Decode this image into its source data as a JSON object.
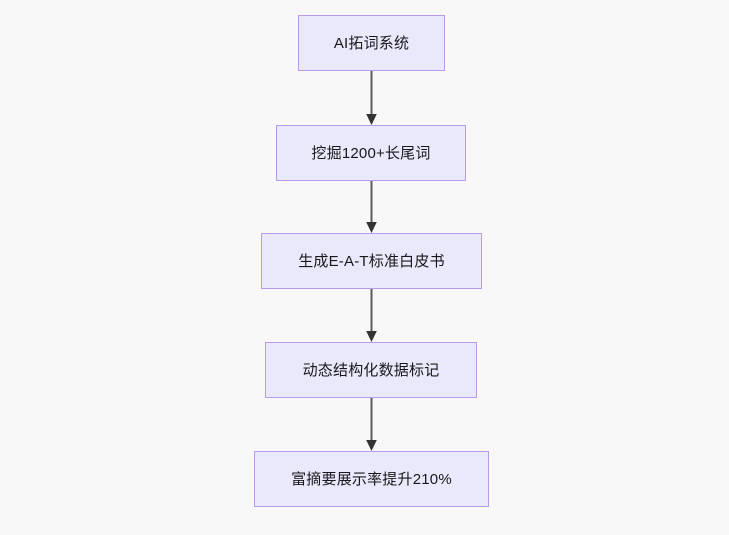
{
  "diagram": {
    "type": "flowchart",
    "direction": "top-to-bottom",
    "background_color": "#f8f8f9",
    "node_fill_color": "#eae9fb",
    "node_border_color": "#b79ae8",
    "edge_color": "#5b5b5b",
    "text_color": "#18181b",
    "nodes": [
      {
        "id": "n1",
        "label": "AI拓词系统"
      },
      {
        "id": "n2",
        "label": "挖掘1200+长尾词"
      },
      {
        "id": "n3",
        "label": "生成E-A-T标准白皮书"
      },
      {
        "id": "n4",
        "label": "动态结构化数据标记"
      },
      {
        "id": "n5",
        "label": "富摘要展示率提升210%"
      }
    ],
    "edges": [
      {
        "from": "n1",
        "to": "n2",
        "label": ""
      },
      {
        "from": "n2",
        "to": "n3",
        "label": ""
      },
      {
        "from": "n3",
        "to": "n4",
        "label": ""
      },
      {
        "from": "n4",
        "to": "n5",
        "label": ""
      }
    ]
  }
}
